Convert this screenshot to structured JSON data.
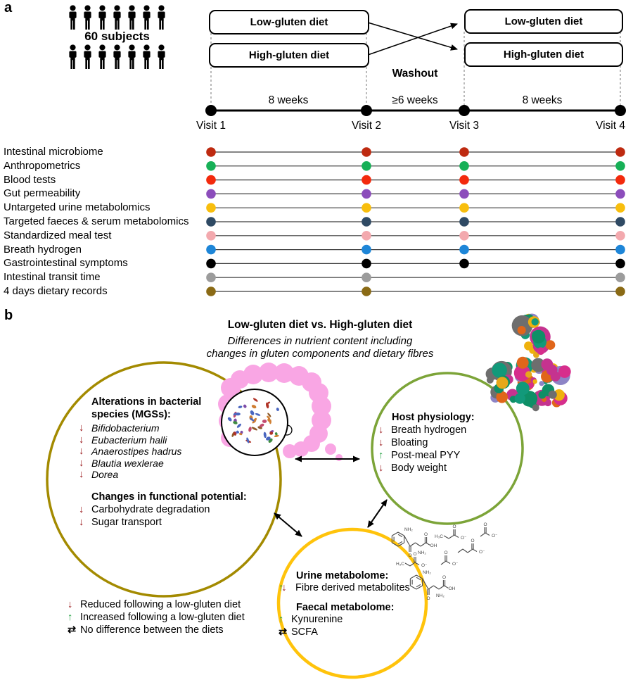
{
  "figure": {
    "panel_a_label": "a",
    "panel_b_label": "b"
  },
  "panel_a": {
    "subjects_label": "60 subjects",
    "subjects_rows": 2,
    "subjects_per_row": 7,
    "period1": {
      "box_top": "Low-gluten diet",
      "box_bottom": "High-gluten diet"
    },
    "period2": {
      "box_top": "Low-gluten diet",
      "box_bottom": "High-gluten diet"
    },
    "washout_label": "Washout",
    "durations": [
      "8 weeks",
      "≥6 weeks",
      "8 weeks"
    ],
    "visits": [
      "Visit 1",
      "Visit 2",
      "Visit 3",
      "Visit 4"
    ],
    "measurements": [
      {
        "label": "Intestinal microbiome",
        "color": "#BE2A10",
        "visits": [
          1,
          2,
          3,
          4
        ]
      },
      {
        "label": "Anthropometrics",
        "color": "#17B057",
        "visits": [
          1,
          2,
          3,
          4
        ]
      },
      {
        "label": "Blood tests",
        "color": "#F32A0D",
        "visits": [
          1,
          2,
          3,
          4
        ]
      },
      {
        "label": "Gut permeability",
        "color": "#8C4DBB",
        "visits": [
          1,
          2,
          3,
          4
        ]
      },
      {
        "label": "Untargeted urine metabolomics",
        "color": "#F8BE0D",
        "visits": [
          1,
          2,
          3,
          4
        ]
      },
      {
        "label": "Targeted faeces & serum metabolomics",
        "color": "#2F4A64",
        "visits": [
          1,
          2,
          3,
          4
        ]
      },
      {
        "label": "Standardized meal test",
        "color": "#F3A9AE",
        "visits": [
          1,
          2,
          3,
          4
        ]
      },
      {
        "label": "Breath hydrogen",
        "color": "#1E86D8",
        "visits": [
          1,
          2,
          3,
          4
        ]
      },
      {
        "label": "Gastrointestinal symptoms",
        "color": "#000000",
        "visits": [
          1,
          2,
          3,
          4
        ]
      },
      {
        "label": "Intestinal transit time",
        "color": "#9C9C9C",
        "visits": [
          1,
          2,
          4
        ]
      },
      {
        "label": "4 days dietary records",
        "color": "#8A6A15",
        "visits": [
          1,
          2,
          4
        ]
      }
    ]
  },
  "panel_b": {
    "title": "Low-gluten diet vs. High-gluten diet",
    "subtitle_line1": "Differences in nutrient content including",
    "subtitle_line2": "changes in gluten components and dietary fibres",
    "left_circle": {
      "color": "#A38A00",
      "heading_species": "Alterations in bacterial species (MGSs):",
      "species": [
        "Bifidobacterium",
        "Eubacterium halli",
        "Anaerostipes hadrus",
        "Blautia wexlerae",
        "Dorea"
      ],
      "heading_functional": "Changes in functional potential:",
      "functional": [
        "Carbohydrate degradation",
        "Sugar transport"
      ]
    },
    "right_circle": {
      "color": "#7CA438",
      "heading": "Host physiology:",
      "items": [
        {
          "dir": "down",
          "label": "Breath hydrogen"
        },
        {
          "dir": "down",
          "label": "Bloating"
        },
        {
          "dir": "up",
          "label": "Post-meal PYY"
        },
        {
          "dir": "down",
          "label": "Body weight"
        }
      ]
    },
    "bottom_circle": {
      "color": "#FFC30B",
      "heading_urine": "Urine metabolome:",
      "urine_items": [
        {
          "dir": "updown",
          "label": "Fibre derived metabolites"
        }
      ],
      "heading_faecal": "Faecal metabolome:",
      "faecal_items": [
        {
          "dir": "up",
          "label": "Kynurenine"
        },
        {
          "dir": "nodiff",
          "label": "SCFA"
        }
      ]
    },
    "legend": [
      {
        "dir": "down",
        "label": "Reduced following a low-gluten diet"
      },
      {
        "dir": "up",
        "label": "Increased following a low-gluten diet"
      },
      {
        "dir": "nodiff",
        "label": "No difference between the diets"
      }
    ],
    "glyphs": {
      "down": "↓",
      "up": "↑",
      "nodiff": "⇄"
    },
    "arrow_colors": {
      "down": "#9B1B1E",
      "up": "#1E9E3E",
      "nodiff": "#000000"
    },
    "molecule_labels": {
      "amine": "NH₂",
      "hydroxyl": "OH",
      "oxygen": "O",
      "methyl": "H₃C",
      "oxyanion": "O⁻"
    },
    "bubble_palette": [
      "#D62E8C",
      "#E6A81A",
      "#12997A",
      "#8D84C6",
      "#6E6E6E",
      "#E0661A",
      "#C5338F",
      "#0E8F66",
      "#EFB10D"
    ],
    "bacteria_palette": [
      "#4A66C0",
      "#3E8C41",
      "#B03326",
      "#D07F33",
      "#7D4BA6",
      "#8E5B2B",
      "#C24A6E"
    ],
    "colon_color": "#F9A6E4"
  }
}
